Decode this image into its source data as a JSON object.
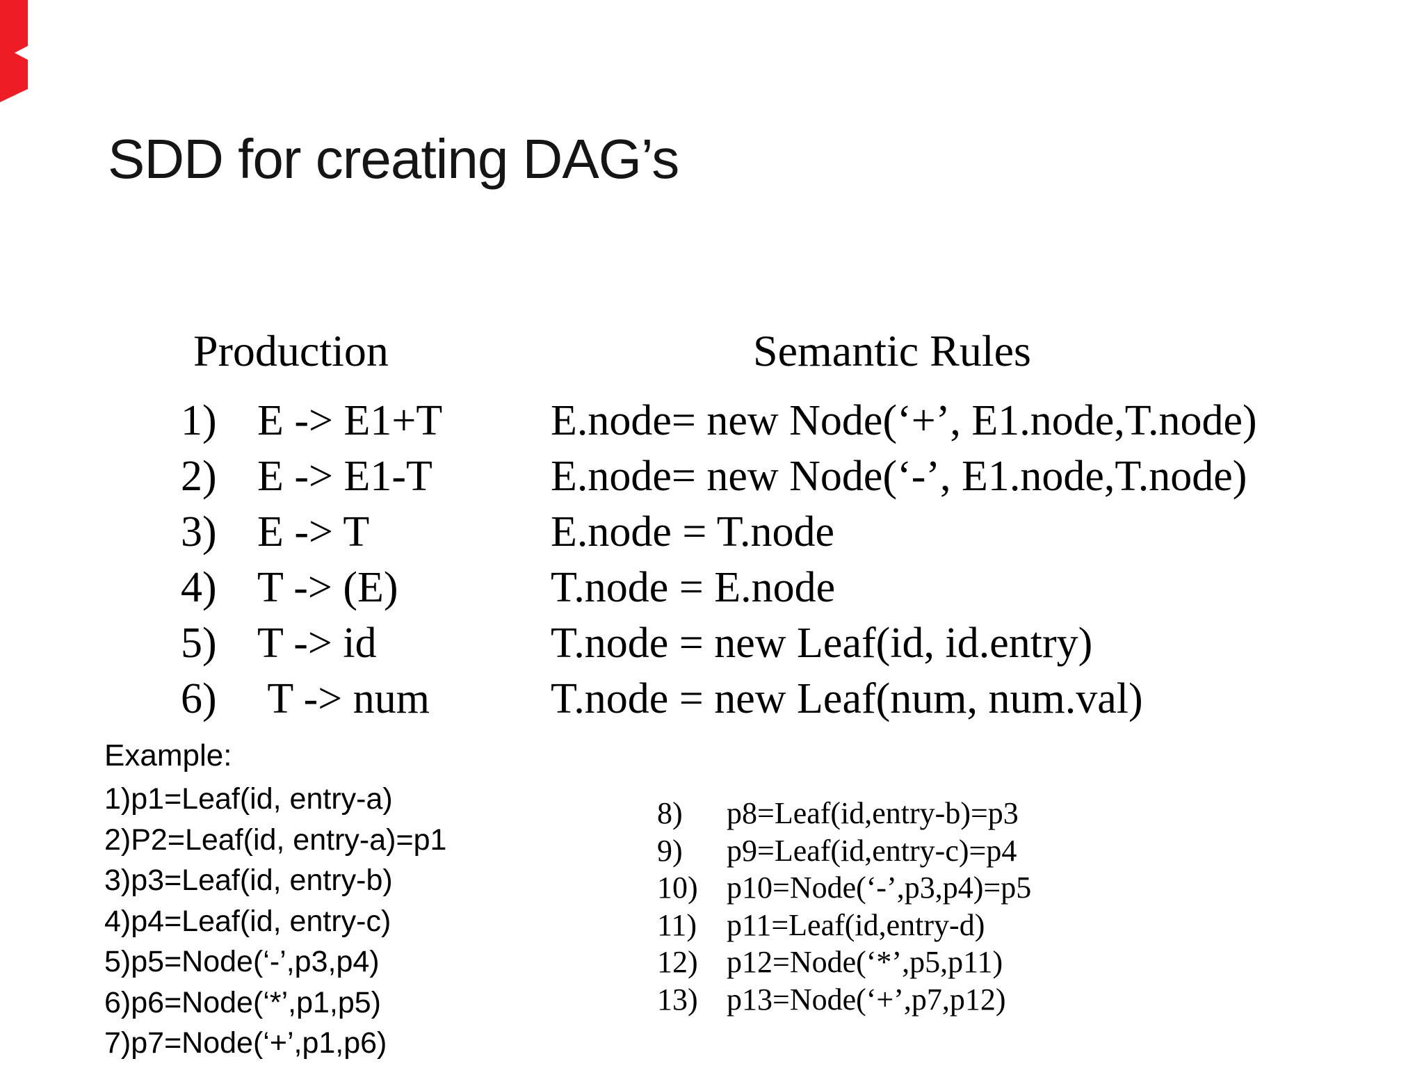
{
  "slide": {
    "title": "SDD for creating DAG’s",
    "accent_color": "#ee1c25",
    "decoration": "red-ribbon",
    "table": {
      "production_header": "Production",
      "semantic_header": "Semantic Rules",
      "rows": [
        {
          "num": "1)",
          "production": "E -> E1+T",
          "rule": "E.node= new Node(‘+’, E1.node,T.node)"
        },
        {
          "num": "2)",
          "production": "E -> E1-T",
          "rule": "E.node= new Node(‘-’, E1.node,T.node)"
        },
        {
          "num": "3)",
          "production": "E -> T",
          "rule": "E.node = T.node"
        },
        {
          "num": "4)",
          "production": "T -> (E)",
          "rule": "T.node = E.node"
        },
        {
          "num": "5)",
          "production": "T -> id",
          "rule": "T.node = new Leaf(id, id.entry)"
        },
        {
          "num": "6)",
          "production": " T -> num",
          "rule": "T.node = new Leaf(num, num.val)"
        }
      ]
    },
    "example": {
      "label": "Example:",
      "left_items": [
        "1)p1=Leaf(id, entry-a)",
        "2)P2=Leaf(id, entry-a)=p1",
        "3)p3=Leaf(id, entry-b)",
        "4)p4=Leaf(id, entry-c)",
        "5)p5=Node(‘-’,p3,p4)",
        "6)p6=Node(‘*’,p1,p5)",
        "7)p7=Node(‘+’,p1,p6)"
      ],
      "right_items": [
        {
          "num": "8)",
          "text": "p8=Leaf(id,entry-b)=p3"
        },
        {
          "num": "9)",
          "text": "p9=Leaf(id,entry-c)=p4"
        },
        {
          "num": "10)",
          "text": "p10=Node(‘-’,p3,p4)=p5"
        },
        {
          "num": "11)",
          "text": "p11=Leaf(id,entry-d)"
        },
        {
          "num": "12)",
          "text": "p12=Node(‘*’,p5,p11)"
        },
        {
          "num": "13)",
          "text": "p13=Node(‘+’,p7,p12)"
        }
      ]
    }
  }
}
